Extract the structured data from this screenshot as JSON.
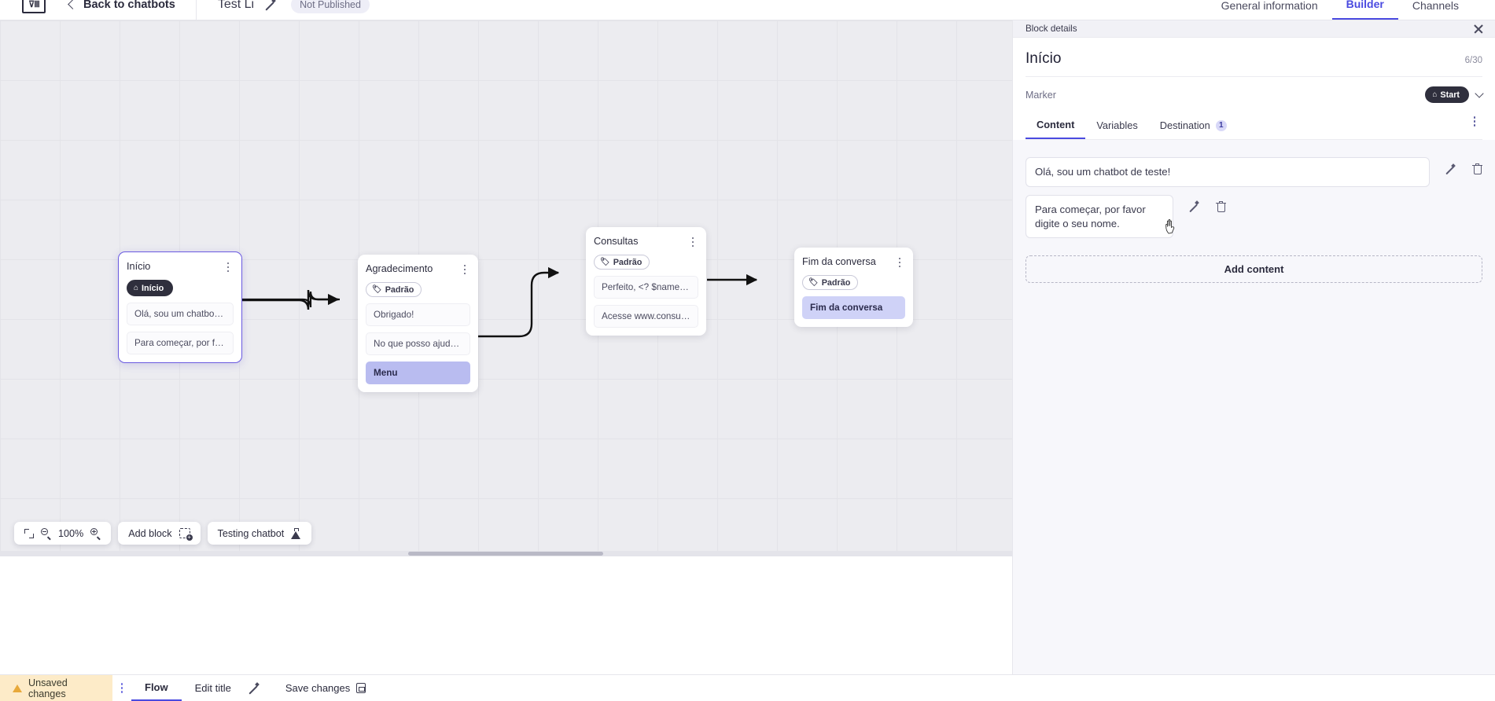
{
  "topbar": {
    "logo": "logo-icon",
    "back_label": "Back to chatbots",
    "bot_name": "Test Li",
    "edit_icon": "pencil-icon",
    "status_badge": "Not Published",
    "tabs": [
      {
        "label": "General information",
        "active": false
      },
      {
        "label": "Builder",
        "active": true
      },
      {
        "label": "Channels",
        "active": false
      }
    ]
  },
  "canvas": {
    "zoom_level": "100%",
    "toolbar": {
      "fit_icon": "fit-screen-icon",
      "zoom_out_icon": "zoom-out-icon",
      "zoom_in_icon": "zoom-in-icon",
      "add_block_label": "Add block",
      "add_block_icon": "add-block-icon",
      "testing_label": "Testing chatbot",
      "testing_icon": "flask-icon"
    },
    "blocks": [
      {
        "title": "Início",
        "tag": "Início",
        "tag_style": "dark",
        "tag_icon": "home-icon",
        "selected": true,
        "rows": [
          {
            "text": "Olá, sou um chatbot de teste!",
            "style": "plain"
          },
          {
            "text": "Para começar, por favor digite o ...",
            "style": "plain"
          }
        ]
      },
      {
        "title": "Agradecimento",
        "tag": "Padrão",
        "tag_style": "outline",
        "tag_icon": "tag-icon",
        "selected": false,
        "rows": [
          {
            "text": "Obrigado!",
            "style": "plain"
          },
          {
            "text": "No que posso ajudar, <? $name ...",
            "style": "plain"
          },
          {
            "text": "Menu",
            "style": "menu"
          }
        ]
      },
      {
        "title": "Consultas",
        "tag": "Padrão",
        "tag_style": "outline",
        "tag_icon": "tag-icon",
        "selected": false,
        "rows": [
          {
            "text": "Perfeito, <? $name ?>!",
            "style": "plain"
          },
          {
            "text": "Acesse www.consultas.com par...",
            "style": "plain"
          }
        ]
      },
      {
        "title": "Fim da conversa",
        "tag": "Padrão",
        "tag_style": "outline",
        "tag_icon": "tag-icon",
        "selected": false,
        "rows": [
          {
            "text": "Fim da conversa",
            "style": "end"
          }
        ]
      }
    ]
  },
  "panel": {
    "header_label": "Block details",
    "close_icon": "close-icon",
    "title": "Início",
    "count": "6/30",
    "marker_label": "Marker",
    "marker_value": "Start",
    "marker_icon": "home-icon",
    "marker_chevron": "chevron-down-icon",
    "tabs": [
      {
        "label": "Content",
        "active": true,
        "badge": ""
      },
      {
        "label": "Variables",
        "active": false,
        "badge": ""
      },
      {
        "label": "Destination",
        "active": false,
        "badge": "1"
      }
    ],
    "more_icon": "more-vertical-icon",
    "contents": [
      {
        "text": "Olá, sou um chatbot de teste!",
        "edit_icon": "pencil-icon",
        "delete_icon": "trash-icon"
      },
      {
        "text": "Para começar, por favor digite o seu nome.",
        "edit_icon": "pencil-icon",
        "delete_icon": "trash-icon"
      }
    ],
    "add_content_label": "Add content"
  },
  "bottombar": {
    "unsaved_label": "Unsaved changes",
    "warning_icon": "warning-icon",
    "kebab_icon": "more-vertical-icon",
    "items": [
      {
        "label": "Flow",
        "active": true,
        "icon": ""
      },
      {
        "label": "Edit title",
        "active": false,
        "icon": "pencil-icon"
      },
      {
        "label": "Save changes",
        "active": false,
        "icon": "save-icon"
      }
    ]
  }
}
